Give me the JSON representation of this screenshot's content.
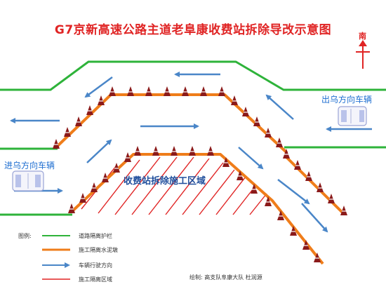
{
  "title": "G7京新高速公路主道老阜康收费站拆除导改示意图",
  "compass": {
    "label": "南"
  },
  "labels": {
    "outbound": "出乌方向车辆",
    "inbound": "进乌方向车辆",
    "zone": "收费站拆除施工区域"
  },
  "legend": {
    "heading": "图例:",
    "items": [
      {
        "label": "道路隔离护栏",
        "color": "#2eb33a",
        "kind": "line"
      },
      {
        "label": "施工隔离水泥墩",
        "color": "#ef7d1a",
        "kind": "line"
      },
      {
        "label": "车辆行驶方向",
        "color": "#4a86c8",
        "kind": "arrow"
      },
      {
        "label": "施工隔离区域",
        "color": "#e02424",
        "kind": "line"
      }
    ]
  },
  "credit": "绘制:  高支队阜康大队  杜润源",
  "colors": {
    "guardrail": "#2eb33a",
    "barrier": "#ef7d1a",
    "direction": "#4a86c8",
    "zone": "#e02424",
    "cone": "#8b1a1a"
  }
}
